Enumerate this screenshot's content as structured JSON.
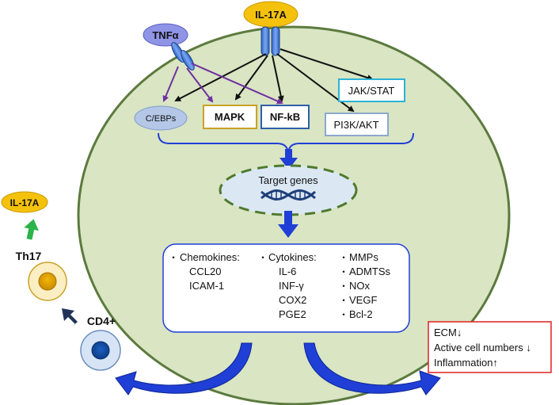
{
  "receptors": {
    "tnf": "TNFα",
    "il17_top": "IL-17A"
  },
  "pathways": {
    "cebps": "C/EBPs",
    "mapk": "MAPK",
    "nfkb": "NF-kB",
    "jakstat": "JAK/STAT",
    "pi3k": "PI3K/AKT"
  },
  "nucleus": {
    "label": "Target genes"
  },
  "genes": {
    "bullet": "・",
    "col1": {
      "title": "Chemokines:",
      "items": [
        "CCL20",
        "ICAM-1"
      ]
    },
    "col2": {
      "title": "Cytokines:",
      "items": [
        "IL-6",
        "INF-γ",
        "COX2",
        "PGE2"
      ]
    },
    "col3": {
      "items": [
        "MMPs",
        "ADMTSs",
        "NOx",
        "VEGF",
        "Bcl-2"
      ]
    }
  },
  "left_cells": {
    "il17": "IL-17A",
    "th17": "Th17",
    "cd4": "CD4+"
  },
  "effects": {
    "lines": [
      "ECM↓",
      "Active cell numbers ↓",
      "Inflammation↑"
    ]
  },
  "colors": {
    "cell_fill": "#d9e5c3",
    "cell_stroke": "#5c7a3e",
    "arrow_blue": "#1f3fd6",
    "purple": "#7030a0",
    "gold": "#f4c20d",
    "effects_border": "#e02020"
  }
}
